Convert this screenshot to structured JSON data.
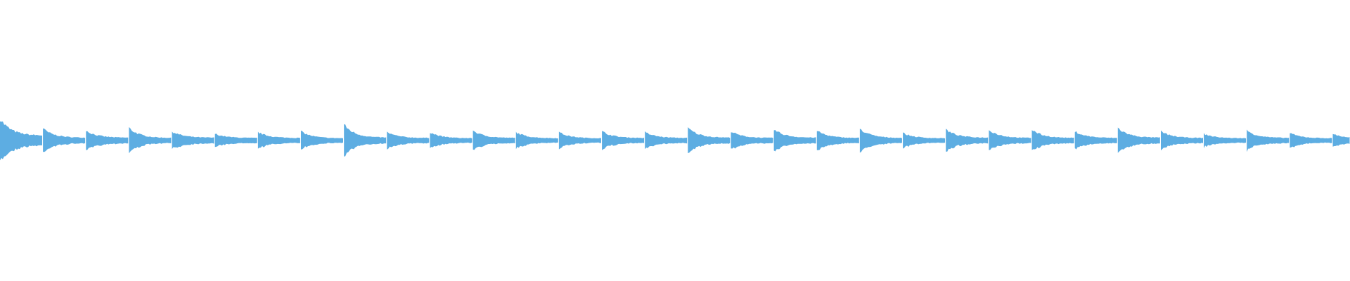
{
  "waveform": {
    "color": "#5dade2",
    "segment_count": 32,
    "segments_peak_amplitude": [
      0.16,
      0.086,
      0.073,
      0.092,
      0.067,
      0.049,
      0.061,
      0.067,
      0.116,
      0.061,
      0.061,
      0.073,
      0.061,
      0.061,
      0.067,
      0.061,
      0.092,
      0.067,
      0.08,
      0.073,
      0.086,
      0.055,
      0.08,
      0.08,
      0.08,
      0.067,
      0.092,
      0.067,
      0.049,
      0.073,
      0.055,
      0.049
    ],
    "segments_tail_amplitude": [
      0.035,
      0.02,
      0.02,
      0.018,
      0.02,
      0.018,
      0.018,
      0.016,
      0.02,
      0.018,
      0.016,
      0.018,
      0.016,
      0.016,
      0.018,
      0.018,
      0.02,
      0.018,
      0.02,
      0.018,
      0.018,
      0.016,
      0.02,
      0.018,
      0.018,
      0.018,
      0.02,
      0.018,
      0.016,
      0.018,
      0.016,
      0.016
    ]
  }
}
